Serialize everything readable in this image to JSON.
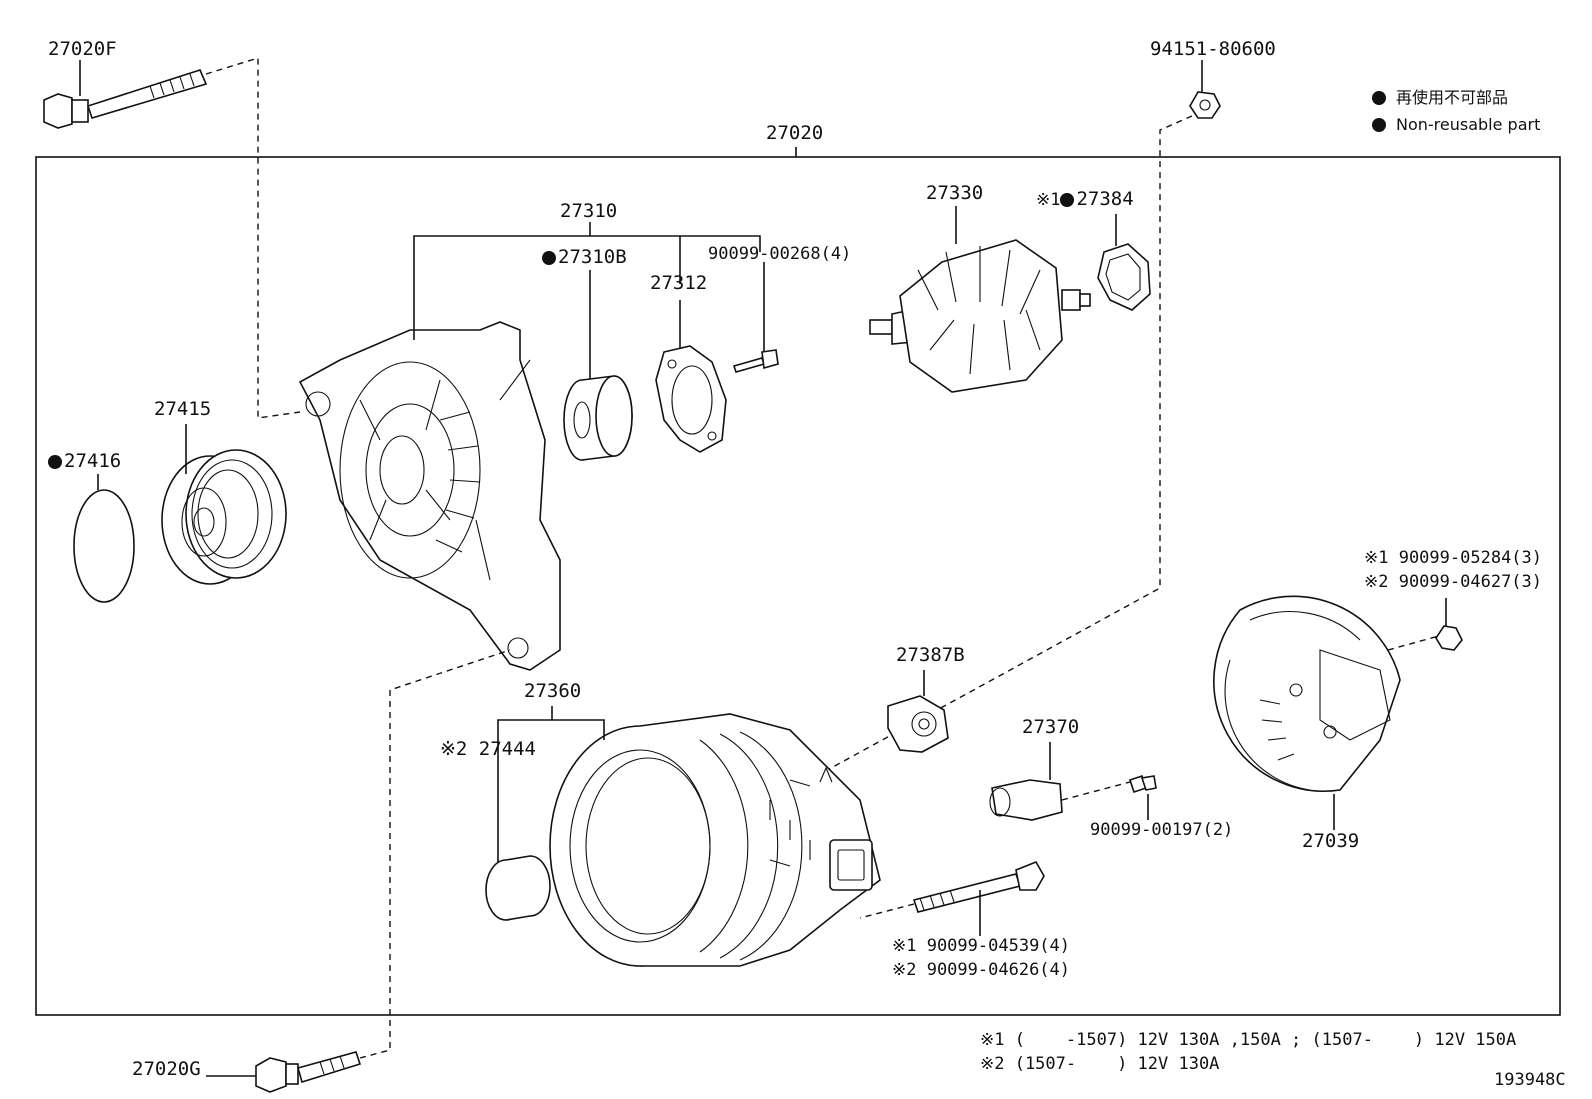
{
  "legend": {
    "jp": "再使用不可部品",
    "en": "Non-reusable part"
  },
  "labels": {
    "p27020F": "27020F",
    "p94151": "94151-80600",
    "p27020": "27020",
    "p27310": "27310",
    "p27310B": "27310B",
    "p90099_00268": "90099-00268(4)",
    "p27312": "27312",
    "p27330": "27330",
    "p27384_prefix": "※1",
    "p27384": "27384",
    "p27415": "27415",
    "p27416": "27416",
    "p05284": "※1 90099-05284(3)",
    "p04627": "※2 90099-04627(3)",
    "p27387B": "27387B",
    "p27360": "27360",
    "p27444": "※2 27444",
    "p27370": "27370",
    "p00197": "90099-00197(2)",
    "p27039": "27039",
    "p04539": "※1 90099-04539(4)",
    "p04626": "※2 90099-04626(4)",
    "p27020G": "27020G",
    "note1": "※1 (    -1507) 12V 130A ,150A ; (1507-    ) 12V 150A",
    "note2": "※2 (1507-    ) 12V 130A",
    "figure_id": "193948C"
  },
  "icons": {
    "non_reusable_marker": "filled-circle"
  },
  "colors": {
    "ink": "#111111",
    "paper": "#ffffff"
  }
}
